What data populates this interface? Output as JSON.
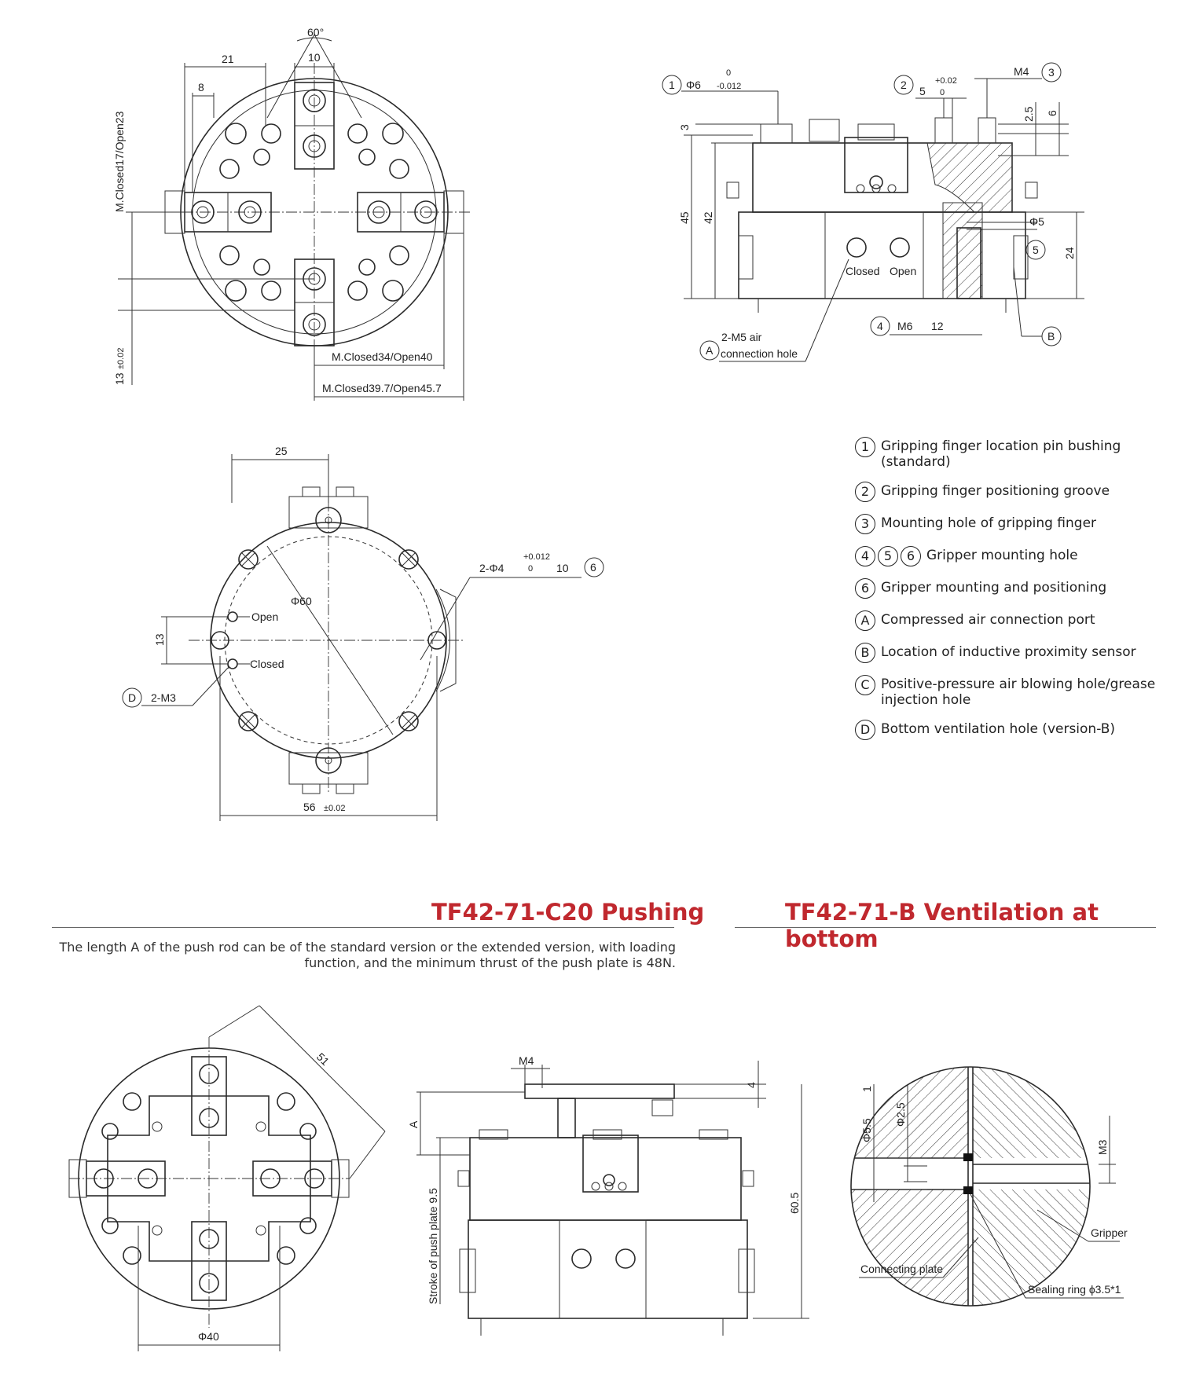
{
  "top_left_view": {
    "dim_60deg": "60°",
    "dim_21": "21",
    "dim_10": "10",
    "dim_8": "8",
    "dim_stroke": "M.Closed17/Open23",
    "dim_13": "13",
    "dim_13_tol": "±0.02",
    "dim_closed34": "M.Closed34/Open40",
    "dim_closed39": "M.Closed39.7/Open45.7"
  },
  "top_right_view": {
    "callout_1": "1",
    "callout_2": "2",
    "callout_3": "3",
    "callout_4": "4",
    "callout_5": "5",
    "callout_A": "A",
    "callout_B": "B",
    "dim_phi6": "Φ6",
    "dim_phi6_upper": "0",
    "dim_phi6_lower": "-0.012",
    "dim_5": "5",
    "dim_5_upper": "+0.02",
    "dim_5_lower": "0",
    "dim_m4": "M4",
    "dim_3": "3",
    "dim_2_5": "2.5",
    "dim_6": "6",
    "dim_45": "45",
    "dim_42": "42",
    "dim_phi5": "Φ5",
    "dim_24": "24",
    "label_closed": "Closed",
    "label_open": "Open",
    "dim_m6": "M6",
    "dim_12": "12",
    "air_line1": "2-M5 air",
    "air_line2": "connection hole"
  },
  "bottom_view": {
    "dim_25": "25",
    "dim_phi60": "Φ60",
    "label_open": "Open",
    "label_closed": "Closed",
    "dim_13": "13",
    "callout_D": "D",
    "dim_2m3": "2-M3",
    "dim_2phi4": "2-Φ4",
    "dim_2phi4_upper": "+0.012",
    "dim_2phi4_lower": "0",
    "dim_depth10": "10",
    "callout_6": "6",
    "dim_56": "56",
    "dim_56_tol": "±0.02"
  },
  "legend": [
    {
      "marks": [
        "1"
      ],
      "text": "Gripping finger location pin bushing (standard)"
    },
    {
      "marks": [
        "2"
      ],
      "text": "Gripping finger positioning groove"
    },
    {
      "marks": [
        "3"
      ],
      "text": "Mounting hole of gripping finger"
    },
    {
      "marks": [
        "4",
        "5",
        "6"
      ],
      "text": "Gripper mounting hole"
    },
    {
      "marks": [
        "6"
      ],
      "text": "Gripper mounting and positioning"
    },
    {
      "marks": [
        "A"
      ],
      "text": "Compressed air connection port"
    },
    {
      "marks": [
        "B"
      ],
      "text": "Location of inductive proximity sensor"
    },
    {
      "marks": [
        "C"
      ],
      "text": "Positive-pressure air blowing hole/grease injection hole"
    },
    {
      "marks": [
        "D"
      ],
      "text": "Bottom ventilation hole (version-B)"
    }
  ],
  "section_pushing": {
    "title": "TF42-71-C20 Pushing",
    "note": "The length A of the push rod can be of the standard version or the extended version, with loading function, and the minimum thrust of the push plate is 48N."
  },
  "section_ventilation": {
    "title": "TF42-71-B Ventilation at bottom"
  },
  "push_top_view": {
    "dim_51": "51",
    "dim_phi40": "Φ40"
  },
  "push_side_view": {
    "dim_m4": "M4",
    "dim_4": "4",
    "dim_A": "A",
    "dim_stroke": "Stroke of push plate 9.5",
    "dim_60_5": "60.5"
  },
  "vent_detail": {
    "dim_phi5_5": "Φ5.5",
    "dim_depth1": "1",
    "dim_phi2_5": "Φ2.5",
    "dim_m3": "M3",
    "label_gripper": "Gripper",
    "label_connecting": "Connecting plate",
    "label_sealing": "Sealing ring ϕ3.5*1"
  }
}
